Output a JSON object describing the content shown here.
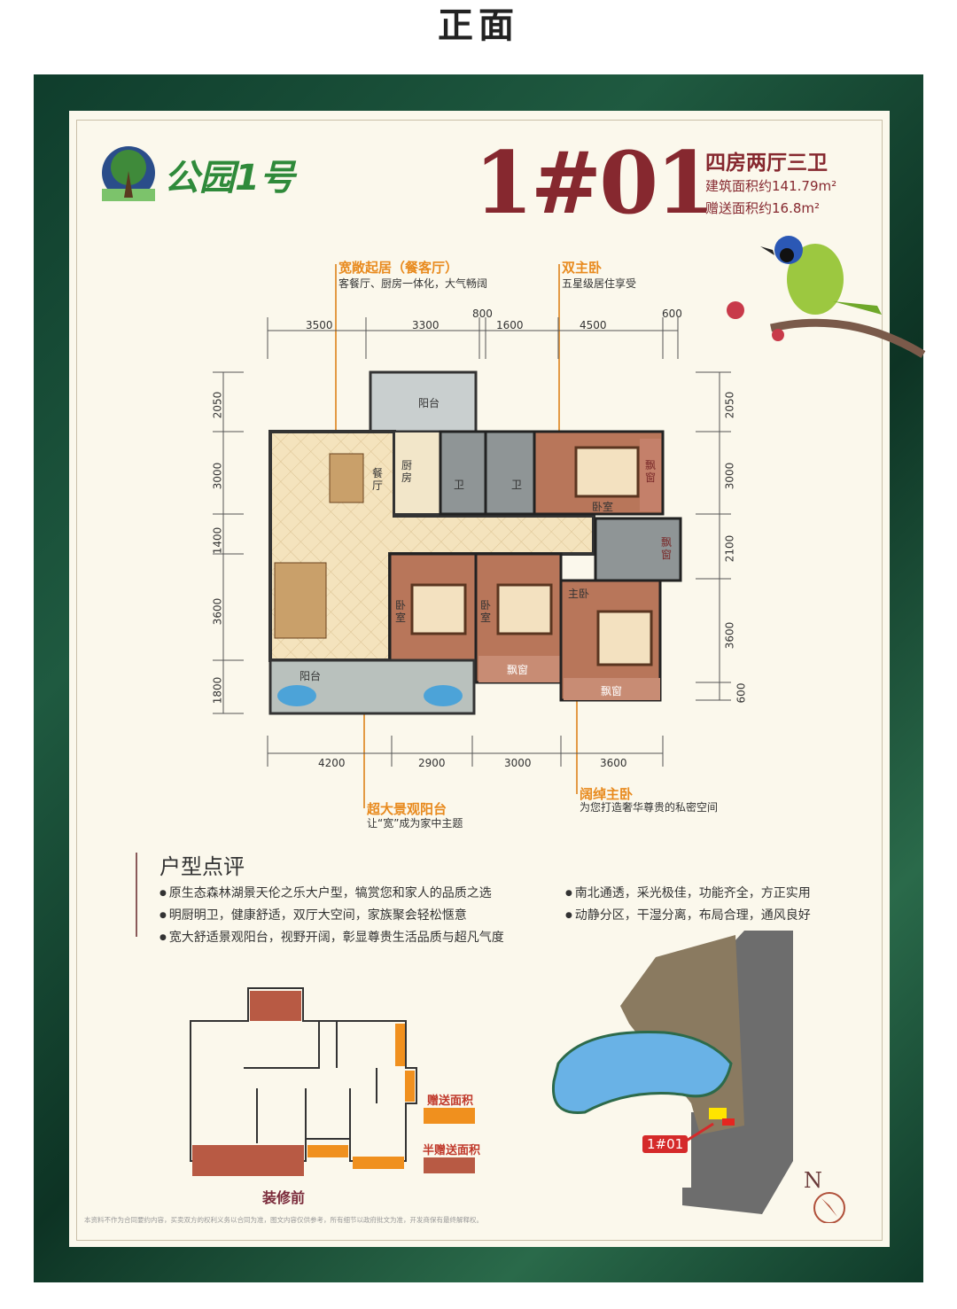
{
  "header": {
    "title": "正面"
  },
  "logo": {
    "text": "公园1号"
  },
  "unit": {
    "code": "1#01",
    "type": "四房两厅三卫",
    "building_area": "建筑面积约141.79m²",
    "gift_area": "赠送面积约16.8m²"
  },
  "annotations": [
    {
      "title": "宽敞起居（餐客厅）",
      "sub": "客餐厅、厨房一体化，大气畅阔"
    },
    {
      "title": "双主卧",
      "sub": "五星级居住享受"
    },
    {
      "title": "超大景观阳台",
      "sub": "让“宽”成为家中主题"
    },
    {
      "title": "阔绰主卧",
      "sub": "为您打造奢华尊贵的私密空间"
    }
  ],
  "dims": {
    "top": [
      "3500",
      "3300",
      "800",
      "1600",
      "4500",
      "600"
    ],
    "bottom": [
      "4200",
      "2900",
      "3000",
      "3600"
    ],
    "left": [
      "2050",
      "3000",
      "1400",
      "3600",
      "1800"
    ],
    "right": [
      "2050",
      "3000",
      "2100",
      "3600",
      "600"
    ]
  },
  "rooms": {
    "balcony": "阳台",
    "dining": "餐厅",
    "kitchen": "厨房",
    "bath": "卫",
    "bedroom": "卧室",
    "bay": "飘窗",
    "master": "主卧"
  },
  "review": {
    "title": "户型点评",
    "items": [
      "原生态森林湖景天伦之乐大户型，犒赏您和家人的品质之选",
      "明厨明卫，健康舒适，双厅大空间，家族聚会轻松惬意",
      "宽大舒适景观阳台，视野开阔，彰显尊贵生活品质与超凡气度",
      "南北通透，采光极佳，功能齐全，方正实用",
      "动静分区，干湿分离，布局合理，通风良好"
    ]
  },
  "before": {
    "caption": "装修前",
    "legend": [
      "赠送面积",
      "半赠送面积"
    ],
    "colors": [
      "#f0901e",
      "#b85a44"
    ]
  },
  "siteplan": {
    "marker": "1#01",
    "north": "N"
  },
  "disclaimer": "本资料不作为合同要约内容，买卖双方的权利义务以合同为准，图文内容仅供参考，所有细节以政府批文为准，开发商保有最终解释权。"
}
